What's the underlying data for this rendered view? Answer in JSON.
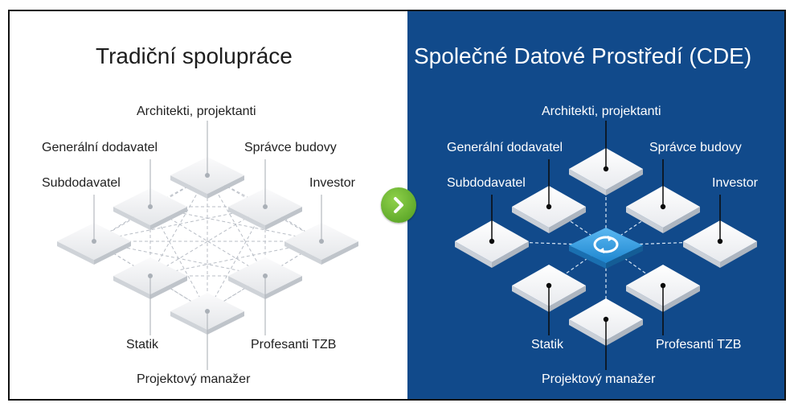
{
  "left": {
    "title": "Tradiční spolupráce",
    "labels": {
      "architects": "Architekti, projektanti",
      "general_contractor": "Generální dodavatel",
      "facility_manager": "Správce budovy",
      "subcontractor": "Subdodavatel",
      "investor": "Investor",
      "structural": "Statik",
      "mep": "Profesanti TZB",
      "project_manager": "Projektový manažer"
    }
  },
  "right": {
    "title": "Společné Datové Prostředí (CDE)",
    "labels": {
      "architects": "Architekti, projektanti",
      "general_contractor": "Generální dodavatel",
      "facility_manager": "Správce budovy",
      "subcontractor": "Subdodavatel",
      "investor": "Investor",
      "structural": "Statik",
      "mep": "Profesanti TZB",
      "project_manager": "Projektový manažer"
    }
  },
  "colors": {
    "right_background": "#114a8b",
    "hub_blue": "#2a8fd6",
    "arrow_green": "#5fad2a",
    "tile_light": "#f2f3f5"
  },
  "icons": {
    "arrow": "chevron-right-icon",
    "hub": "sync-icon"
  }
}
